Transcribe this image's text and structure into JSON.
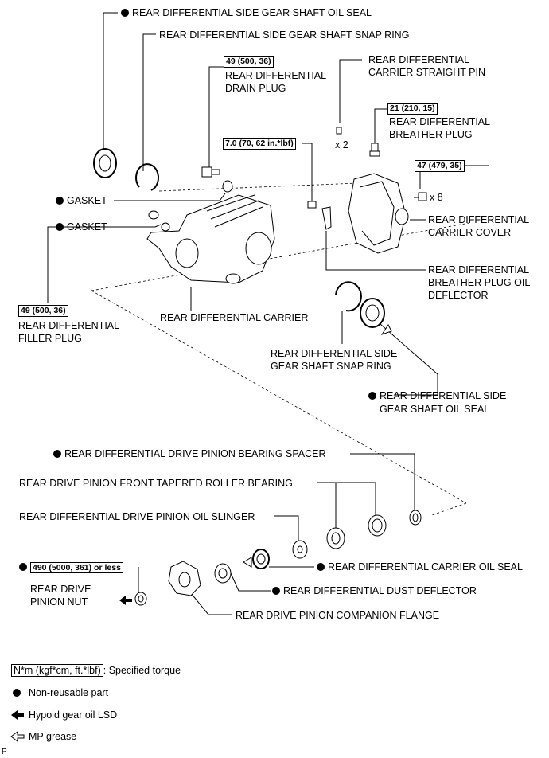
{
  "labels": {
    "side_gear_oil_seal_top": "REAR DIFFERENTIAL SIDE GEAR SHAFT OIL SEAL",
    "side_gear_snap_ring_top": "REAR DIFFERENTIAL SIDE GEAR SHAFT SNAP RING",
    "drain_plug_torque": "49 (500, 36)",
    "drain_plug_line1": "REAR DIFFERENTIAL",
    "drain_plug_line2": "DRAIN PLUG",
    "straight_pin_line1": "REAR DIFFERENTIAL",
    "straight_pin_line2": "CARRIER STRAIGHT PIN",
    "straight_pin_qty": "x 2",
    "breather_torque": "21 (210, 15)",
    "breather_line1": "REAR DIFFERENTIAL",
    "breather_line2": "BREATHER PLUG",
    "deflector_bolt_torque": "7.0 (70, 62 in.*lbf)",
    "cover_bolt_torque": "47 (479, 35)",
    "cover_bolt_qty": "x 8",
    "gasket_upper": "GASKET",
    "gasket_lower": "GASKET",
    "cover_line1": "REAR DIFFERENTIAL",
    "cover_line2": "CARRIER COVER",
    "breather_deflector_line1": "REAR DIFFERENTIAL",
    "breather_deflector_line2": "BREATHER PLUG OIL",
    "breather_deflector_line3": "DEFLECTOR",
    "filler_plug_torque": "49 (500, 36)",
    "filler_plug_line1": "REAR DIFFERENTIAL",
    "filler_plug_line2": "FILLER PLUG",
    "carrier": "REAR DIFFERENTIAL CARRIER",
    "snap_ring_lower_line1": "REAR DIFFERENTIAL SIDE",
    "snap_ring_lower_line2": "GEAR SHAFT SNAP RING",
    "oil_seal_lower_line1": "REAR DIFFERENTIAL SIDE",
    "oil_seal_lower_line2": "GEAR SHAFT OIL SEAL",
    "bearing_spacer": "REAR DIFFERENTIAL DRIVE PINION BEARING SPACER",
    "front_bearing": "REAR DRIVE PINION FRONT TAPERED ROLLER BEARING",
    "oil_slinger": "REAR DIFFERENTIAL DRIVE PINION OIL SLINGER",
    "pinion_nut_torque": "490 (5000, 361) or less",
    "pinion_nut_line1": "REAR DRIVE",
    "pinion_nut_line2": "PINION NUT",
    "carrier_oil_seal": "REAR DIFFERENTIAL CARRIER OIL SEAL",
    "dust_deflector": "REAR DIFFERENTIAL DUST DEFLECTOR",
    "companion_flange": "REAR DRIVE PINION COMPANION FLANGE"
  },
  "legend": {
    "torque_box": "N*m (kgf*cm, ft.*lbf)",
    "torque_desc": ": Specified torque",
    "non_reusable": "Non-reusable part",
    "hypoid": "Hypoid gear oil LSD",
    "mp_grease": "MP grease"
  },
  "figure_code": "P"
}
